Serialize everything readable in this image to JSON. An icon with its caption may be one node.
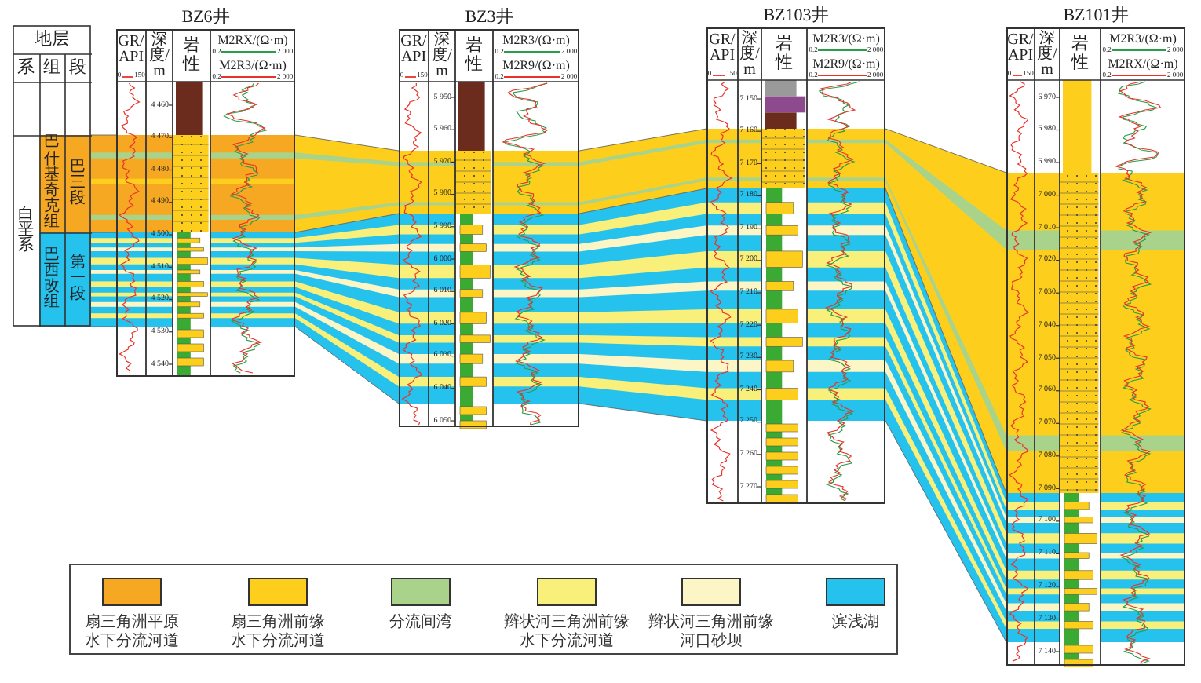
{
  "diagram": {
    "nodes": [
      {
        "text": [
          "地层",
          "系",
          "组",
          "段",
          "白垩系",
          "巴什基奇克组",
          "巴三段",
          "巴西改组",
          "第一段"
        ]
      },
      {
        "text": [
          "BZ6井",
          "GR/API",
          "0",
          "150",
          "深度/m",
          "岩性",
          "M2RX/(Ω·m)",
          "0.2",
          "2 000",
          "M2R3/(Ω·m)",
          "0.2",
          "2 000",
          "4 460",
          "4 470",
          "4 480",
          "4 490",
          "4 500",
          "4 510",
          "4 520",
          "4 530",
          "4 540"
        ]
      },
      {
        "text": [
          "BZ3井",
          "GR/API",
          "0",
          "150",
          "深度/m",
          "岩性",
          "M2R3/(Ω·m)",
          "0.2",
          "2 000",
          "M2R9/(Ω·m)",
          "0.2",
          "2 000",
          "5 950",
          "5 960",
          "5 970",
          "5 980",
          "5 990",
          "6 000",
          "6 010",
          "6 020",
          "6 030",
          "6 040",
          "6 050"
        ]
      },
      {
        "text": [
          "BZ103井",
          "GR/API",
          "0",
          "150",
          "深度/m",
          "岩性",
          "M2R3/(Ω·m)",
          "0.2",
          "2 000",
          "M2R9/(Ω·m)",
          "0.2",
          "2 000",
          "7 150",
          "7 160",
          "7 170",
          "7 180",
          "7 190",
          "7 200",
          "7 210",
          "7 220",
          "7 230",
          "7 240",
          "7 250",
          "7 260",
          "7 270"
        ]
      },
      {
        "text": [
          "BZ101井",
          "GR/API",
          "0",
          "150",
          "深度/m",
          "岩性",
          "M2R3/(Ω·m)",
          "0.2",
          "2 000",
          "M2RX/(Ω·m)",
          "0.2",
          "2 000",
          "6 970",
          "6 980",
          "6 990",
          "7 000",
          "7 010",
          "7 020",
          "7 030",
          "7 040",
          "7 050",
          "7 060",
          "7 070",
          "7 080",
          "7 090",
          "7 100",
          "7 110",
          "7 120",
          "7 130",
          "7 140"
        ]
      }
    ],
    "legend": [
      {
        "text": "扇三角洲平原水下分流河道",
        "color": "#f7a823"
      },
      {
        "text": "扇三角洲前缘水下分流河道",
        "color": "#fdcf1c"
      },
      {
        "text": "分流间湾",
        "color": "#a9d38a"
      },
      {
        "text": "辫状河三角洲前缘水下分流河道",
        "color": "#f9ef7b"
      },
      {
        "text": "辫状河三角洲前缘河口砂坝",
        "color": "#fcf6c6"
      },
      {
        "text": "滨浅湖",
        "color": "#26c2ee"
      }
    ]
  }
}
